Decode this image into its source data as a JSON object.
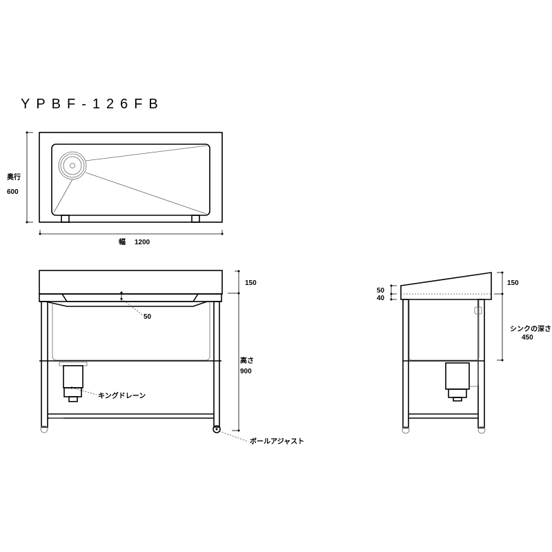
{
  "title": "YPBF-126FB",
  "top_view": {
    "depth_label": "奥行",
    "depth_value": "600",
    "width_label": "幅",
    "width_value": "1200"
  },
  "front_view": {
    "top_height": "150",
    "rim_depth": "50",
    "height_label": "高さ",
    "height_value": "900",
    "drain_label": "キングドレーン",
    "adjuster_label": "ボールアジャスト"
  },
  "side_view": {
    "top_height": "150",
    "dim_50": "50",
    "dim_40": "40",
    "sink_depth_label": "シンクの深さ",
    "sink_depth_value": "450"
  }
}
